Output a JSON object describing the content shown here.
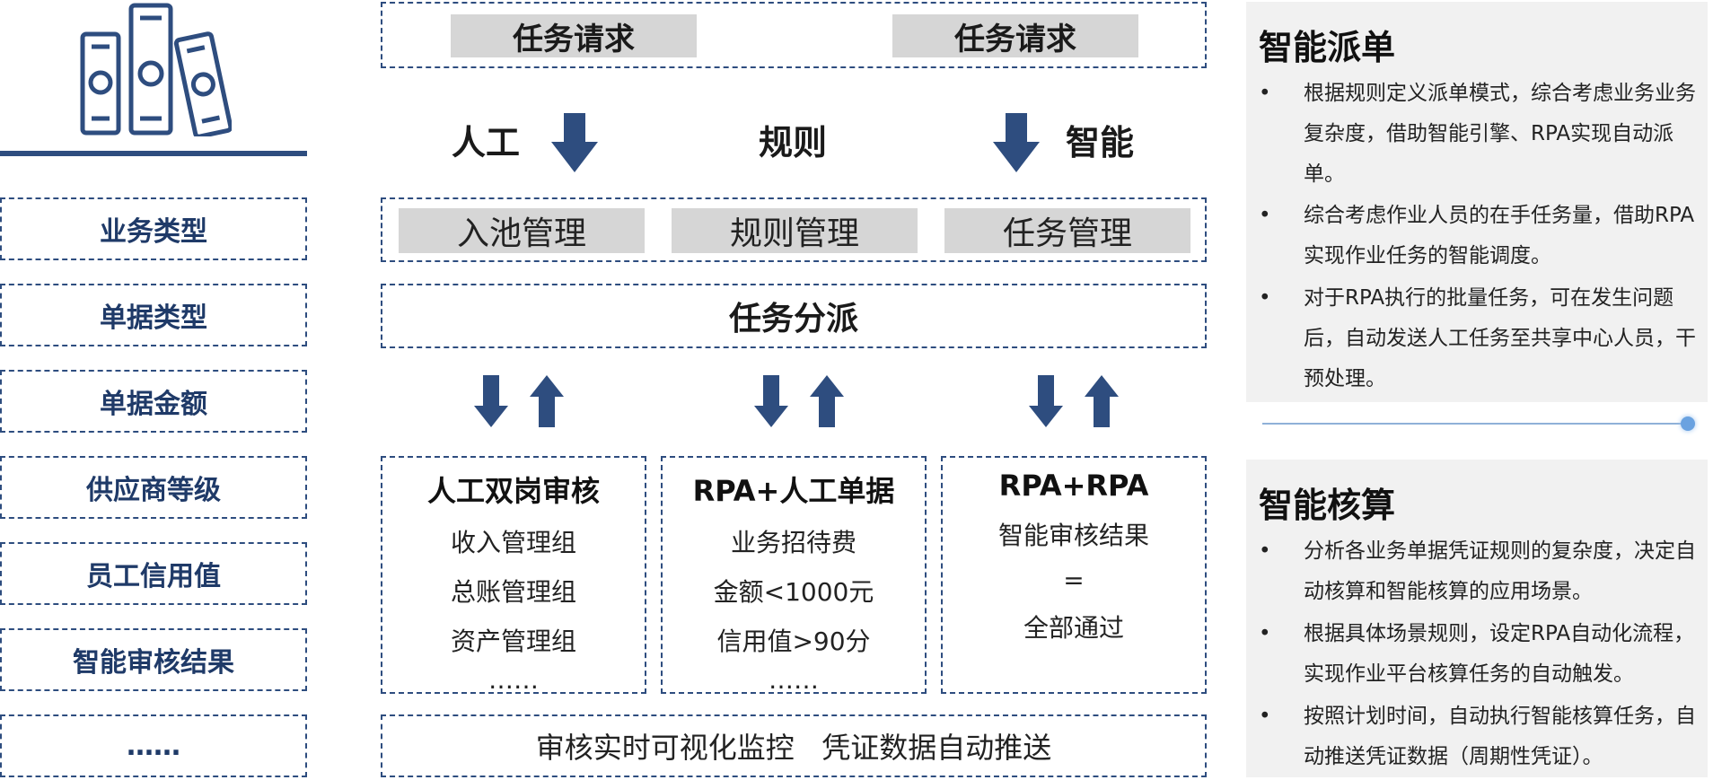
{
  "left_column": {
    "items": [
      "业务类型",
      "单据类型",
      "单据金额",
      "供应商等级",
      "员工信用值",
      "智能审核结果",
      "……"
    ]
  },
  "top": {
    "request_left": "任务请求",
    "request_right": "任务请求",
    "mode_manual": "人工",
    "mode_rule": "规则",
    "mode_smart": "智能"
  },
  "management": [
    "入池管理",
    "规则管理",
    "任务管理"
  ],
  "dispatch": "任务分派",
  "columns": [
    {
      "title": "人工双岗审核",
      "lines": [
        "收入管理组",
        "总账管理组",
        "资产管理组",
        "……"
      ]
    },
    {
      "title": "RPA+人工单据",
      "lines": [
        "业务招待费",
        "金额<1000元",
        "信用值>90分",
        "……"
      ]
    },
    {
      "title": "RPA+RPA",
      "lines": [
        "智能审核结果",
        "=",
        "全部通过"
      ]
    }
  ],
  "bottom": "审核实时可视化监控   凭证数据自动推送",
  "panel_dispatch": {
    "title": "智能派单",
    "bullets": [
      "根据规则定义派单模式，综合考虑业务业务复杂度，借助智能引擎、RPA实现自动派单。",
      "综合考虑作业人员的在手任务量，借助RPA实现作业任务的智能调度。",
      "对于RPA执行的批量任务，可在发生问题后，自动发送人工任务至共享中心人员，干预处理。"
    ]
  },
  "panel_accounting": {
    "title": "智能核算",
    "bullets": [
      "分析各业务单据凭证规则的复杂度，决定自动核算和智能核算的应用场景。",
      "根据具体场景规则，设定RPA自动化流程，实现作业平台核算任务的自动触发。",
      "按照计划时间，自动执行智能核算任务，自动推送凭证数据（周期性凭证）。"
    ]
  },
  "bullet_symbol": "•",
  "colors": {
    "navy": "#2e4d7f",
    "gray_label": "#d6d6d6",
    "panel_bg": "#f1f1f1",
    "accent_dot": "#6aa2e0"
  },
  "icons": [
    "books-icon",
    "arrow-down-icon",
    "arrow-up-icon"
  ]
}
